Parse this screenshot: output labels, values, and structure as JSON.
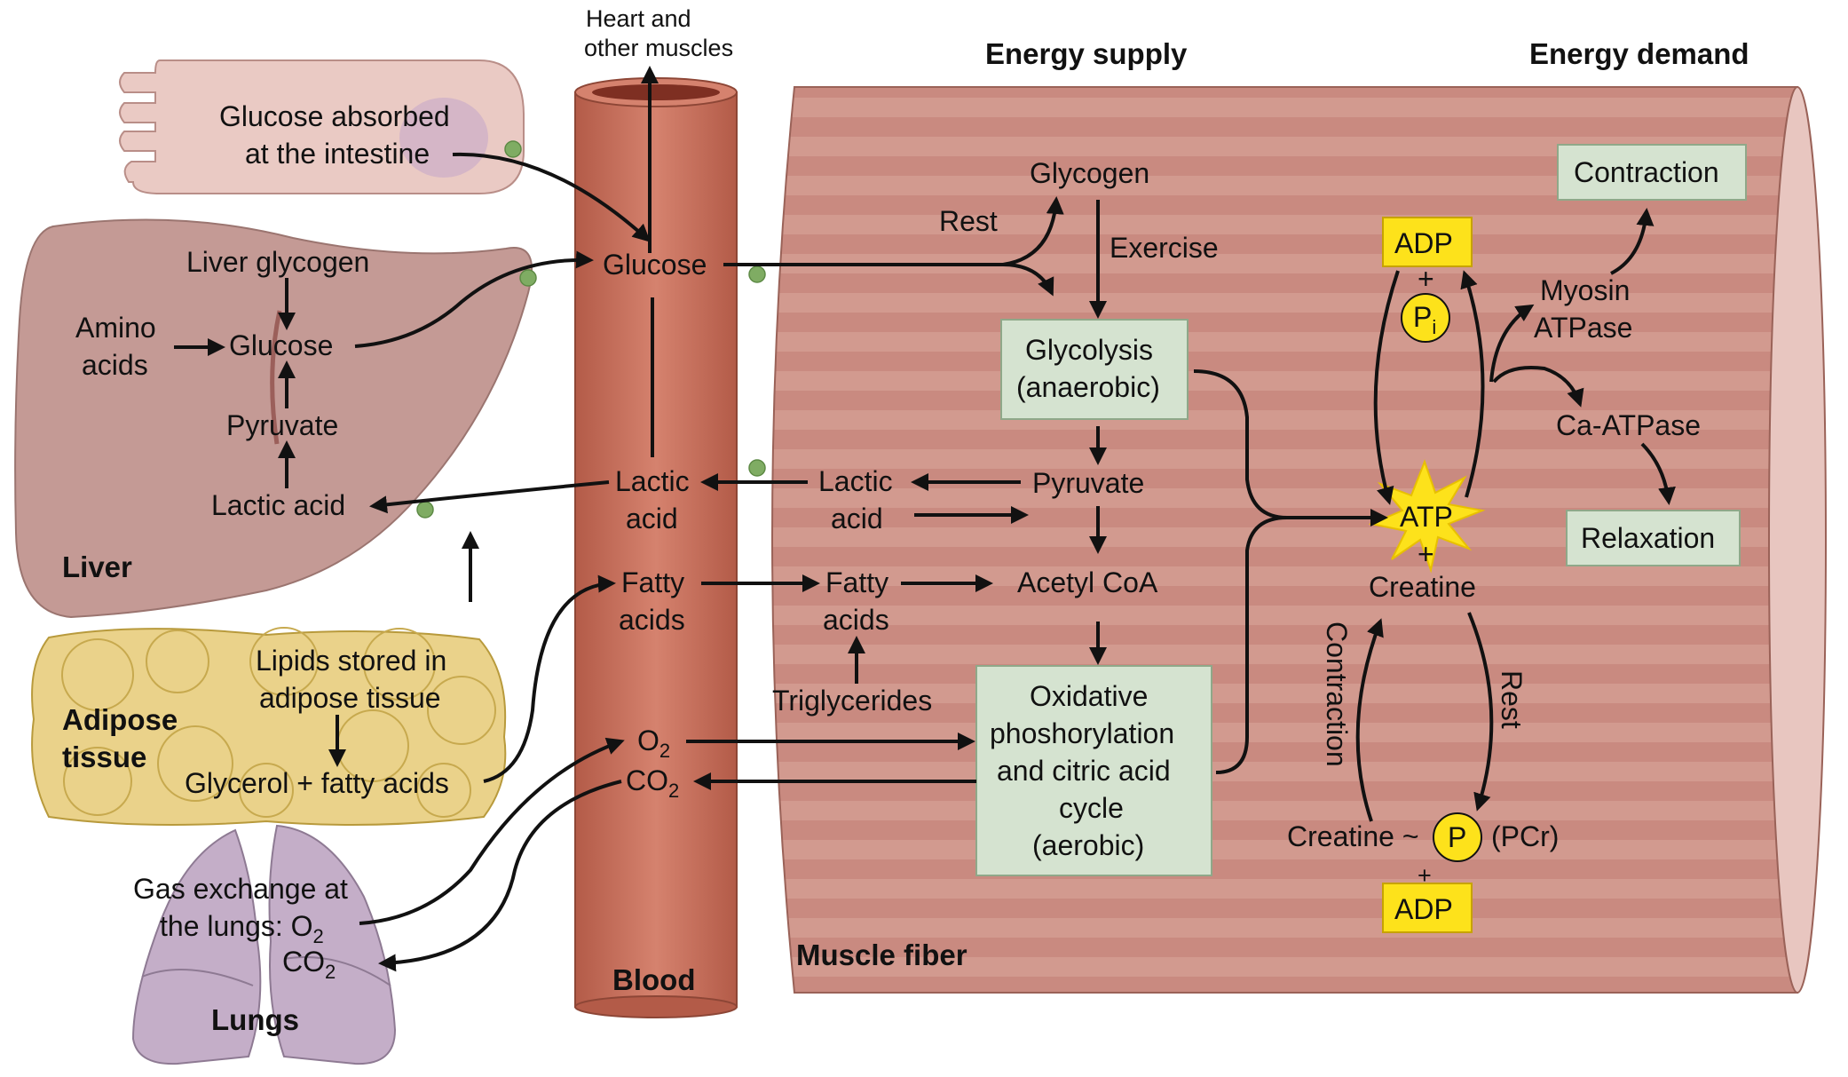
{
  "headers": {
    "energy_supply": "Energy supply",
    "energy_demand": "Energy demand",
    "heart_line1": "Heart and",
    "heart_line2": "other muscles"
  },
  "organs": {
    "intestine_line1": "Glucose absorbed",
    "intestine_line2": "at the intestine",
    "liver": "Liver",
    "liver_glycogen": "Liver glycogen",
    "amino_line1": "Amino",
    "amino_line2": "acids",
    "liver_glucose": "Glucose",
    "pyruvate": "Pyruvate",
    "lactic_acid": "Lactic acid",
    "adipose_line1": "Adipose",
    "adipose_line2": "tissue",
    "lipids_line1": "Lipids stored in",
    "lipids_line2": "adipose tissue",
    "glycerol": "Glycerol + fatty acids",
    "lungs": "Lungs",
    "gas_line1": "Gas exchange at",
    "gas_line2": "the lungs: O",
    "gas_o2_sub": "2",
    "gas_co2": "CO",
    "gas_co2_sub": "2"
  },
  "blood": {
    "label": "Blood",
    "glucose": "Glucose",
    "lactic_line1": "Lactic",
    "lactic_line2": "acid",
    "fatty_line1": "Fatty",
    "fatty_line2": "acids",
    "o2": "O",
    "o2_sub": "2",
    "co2": "CO",
    "co2_sub": "2"
  },
  "muscle": {
    "label": "Muscle fiber",
    "glycogen": "Glycogen",
    "rest": "Rest",
    "exercise": "Exercise",
    "glycolysis_line1": "Glycolysis",
    "glycolysis_line2": "(anaerobic)",
    "lactic_line1": "Lactic",
    "lactic_line2": "acid",
    "pyruvate": "Pyruvate",
    "fatty_line1": "Fatty",
    "fatty_line2": "acids",
    "acetyl_coa": "Acetyl CoA",
    "triglycerides": "Triglycerides",
    "ox_line1": "Oxidative",
    "ox_line2": "phoshorylation",
    "ox_line3": "and citric acid",
    "ox_line4": "cycle",
    "ox_line5": "(aerobic)"
  },
  "demand": {
    "adp_top": "ADP",
    "plus_top": "+",
    "pi": "P",
    "pi_sub": "i",
    "atp": "ATP",
    "plus_atp": "+",
    "creatine": "Creatine",
    "myosin_line1": "Myosin",
    "myosin_line2": "ATPase",
    "contraction_box": "Contraction",
    "ca_atpase": "Ca-ATPase",
    "relaxation_box": "Relaxation",
    "contraction_vertical": "Contraction",
    "rest_vertical": "Rest",
    "creatine_p": "Creatine ~",
    "p_circle": "P",
    "pcr": "(PCr)",
    "plus_bottom": "+",
    "adp_bottom": "ADP"
  },
  "colors": {
    "muscle": "#c98a80",
    "blood": "#c0705e",
    "liver": "#c49a95",
    "intestine": "#eacac4",
    "adipose": "#ead28a",
    "lungs": "#c4aec8",
    "green_box": "#d5e3d0",
    "yellow_box": "#fde21b",
    "dot": "#7fac63"
  }
}
